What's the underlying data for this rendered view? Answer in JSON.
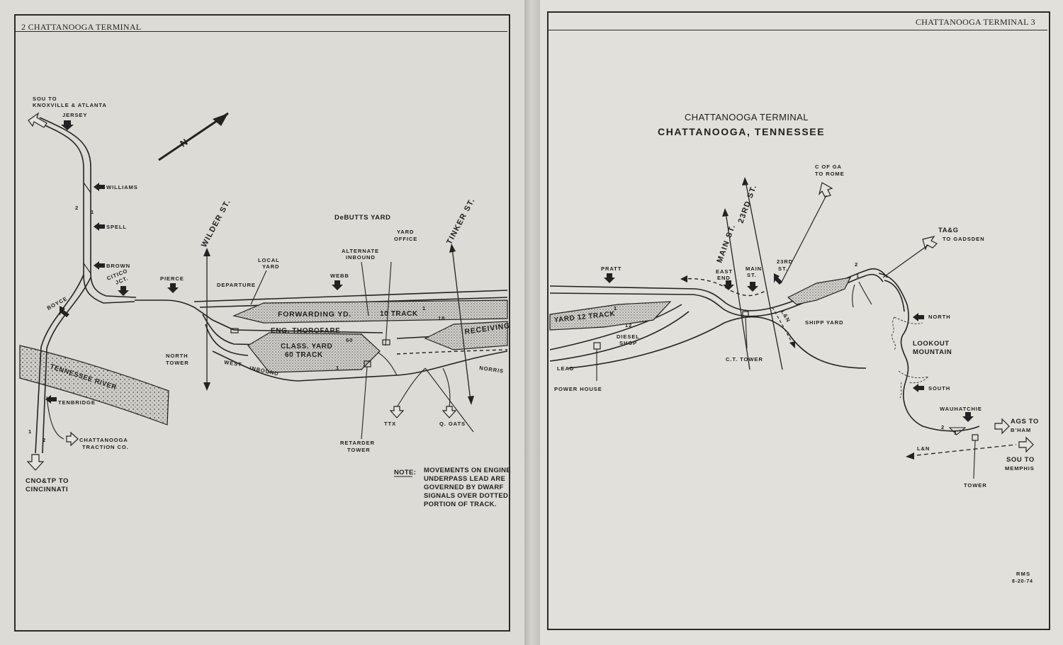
{
  "left_page": {
    "running_head": "2 CHATTANOOGA TERMINAL",
    "connections": {
      "sou_north": [
        "SOU TO",
        "KNOXVILLE & ATLANTA"
      ],
      "cnotp": [
        "CNO&TP TO",
        "CINCINNATI"
      ],
      "traction": [
        "CHATTANOOGA",
        "TRACTION CO."
      ],
      "ttx": "TTX",
      "q_oats": "Q. OATS"
    },
    "signals": {
      "jersey": "JERSEY",
      "williams": "WILLIAMS",
      "spell": "SPELL",
      "brown": "BROWN",
      "citico": [
        "CITICO",
        "JCT."
      ],
      "boyce": "BOYCE",
      "pierce": "PIERCE",
      "webb": "WEBB",
      "tenbridge": "TENBRIDGE"
    },
    "streets": {
      "wilder": "WILDER ST.",
      "tinker": "TINKER ST."
    },
    "river": "TENNESSEE RIVER",
    "yards": {
      "debutts": "DeBUTTS YARD",
      "forwarding": "FORWARDING YD.",
      "class": [
        "CLASS. YARD",
        "60 TRACK"
      ],
      "ten_track": "10 TRACK",
      "receiving": "RECEIVING",
      "eng_thorofare": "ENG. THOROFARE",
      "local_yard": [
        "LOCAL",
        "YARD"
      ],
      "departure": "DEPARTURE",
      "alternate_inbound": [
        "ALTERNATE",
        "INBOUND"
      ],
      "yard_office": [
        "YARD",
        "OFFICE"
      ],
      "west_inbound": [
        "WEST",
        "INBOUND"
      ],
      "norris": "NORRIS"
    },
    "towers": {
      "north": [
        "NORTH",
        "TOWER"
      ],
      "retarder": [
        "RETARDER",
        "TOWER"
      ]
    },
    "track_numbers": {
      "t1": "1",
      "t2": "2",
      "t60": "60",
      "t10": "10"
    },
    "note": {
      "label": "NOTE:",
      "lines": [
        "MOVEMENTS ON ENGINE",
        "UNDERPASS LEAD ARE",
        "GOVERNED BY DWARF",
        "SIGNALS OVER DOTTED",
        "PORTION OF TRACK."
      ]
    },
    "north_arrow": "N"
  },
  "right_page": {
    "running_head": "CHATTANOOGA TERMINAL  3",
    "title": "CHATTANOOGA TERMINAL",
    "subtitle": "CHATTANOOGA, TENNESSEE",
    "connections": {
      "cofga": [
        "C OF GA",
        "TO ROME"
      ],
      "tag": [
        "TA&G",
        "TO GADSDEN"
      ],
      "ags": [
        "AGS TO",
        "B'HAM"
      ],
      "sou_south": [
        "SOU TO",
        "MEMPHIS"
      ],
      "ln_right": "L&N",
      "ln_street": "L&N"
    },
    "signals": {
      "pratt": "PRATT",
      "east_end": [
        "EAST",
        "END"
      ],
      "main_st_sig": [
        "MAIN",
        "ST."
      ],
      "third23": [
        "23RD",
        "ST."
      ],
      "north": "NORTH",
      "south": "SOUTH",
      "wauhatchie": "WAUHATCHIE"
    },
    "streets": {
      "main": "MAIN ST.",
      "twentythird": "23RD ST."
    },
    "yards": {
      "yard12": "YARD 12 TRACK",
      "shipp": "SHIPP YARD",
      "lead": "LEAD"
    },
    "places": {
      "diesel_shop": [
        "DIESEL",
        "SHOP"
      ],
      "power_house": "POWER HOUSE",
      "ct_tower": "C.T. TOWER",
      "tower": "TOWER",
      "lookout": [
        "LOOKOUT",
        "MOUNTAIN"
      ]
    },
    "track_numbers": {
      "t1": "1",
      "t2": "2",
      "t12": "12"
    },
    "credit": [
      "RMS",
      "8-20-74"
    ]
  }
}
